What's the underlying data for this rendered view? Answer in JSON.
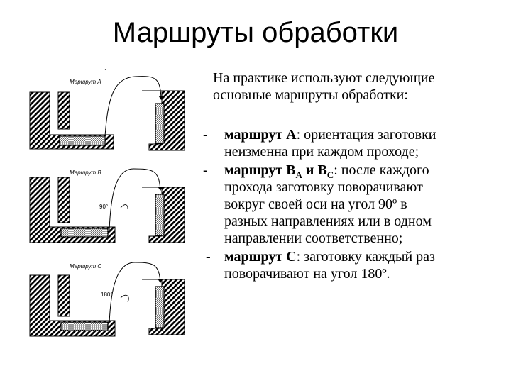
{
  "slide": {
    "title": "Маршруты обработки"
  },
  "figure": {
    "panels": [
      {
        "label": "Маршрут А",
        "angle": ""
      },
      {
        "label": "Маршрут В",
        "angle": "90°"
      },
      {
        "label": "Маршрут С",
        "angle": "180°"
      }
    ],
    "stray_mark": "·"
  },
  "text": {
    "intro_line1": "На практике используют следующие",
    "intro_line2": "основные маршруты обработки:",
    "items": [
      {
        "dash": "-",
        "route_name": "маршрут А",
        "route_sub1": "",
        "route_mid": "",
        "route_sub2": "",
        "rest_first": ": ориентация заготовки",
        "rest_lines": [
          "неизменна при каждом проходе;"
        ]
      },
      {
        "dash": "-",
        "route_name": "маршрут В",
        "route_sub1": "A",
        "route_mid": " и В",
        "route_sub2": "C",
        "rest_first": ": после каждого",
        "rest_lines": [
          "прохода заготовку поворачивают",
          "вокруг своей оси на угол 90º в",
          "разных направлениях или в одном",
          "направлении соответственно;"
        ]
      },
      {
        "dash": "-",
        "route_name": "маршрут С",
        "route_sub1": "",
        "route_mid": "",
        "route_sub2": "",
        "rest_first": ": заготовку каждый раз",
        "rest_lines": [
          "поворачивают на угол 180º."
        ]
      }
    ]
  },
  "colors": {
    "hatch": "#000000",
    "background": "#ffffff",
    "text": "#000000"
  }
}
